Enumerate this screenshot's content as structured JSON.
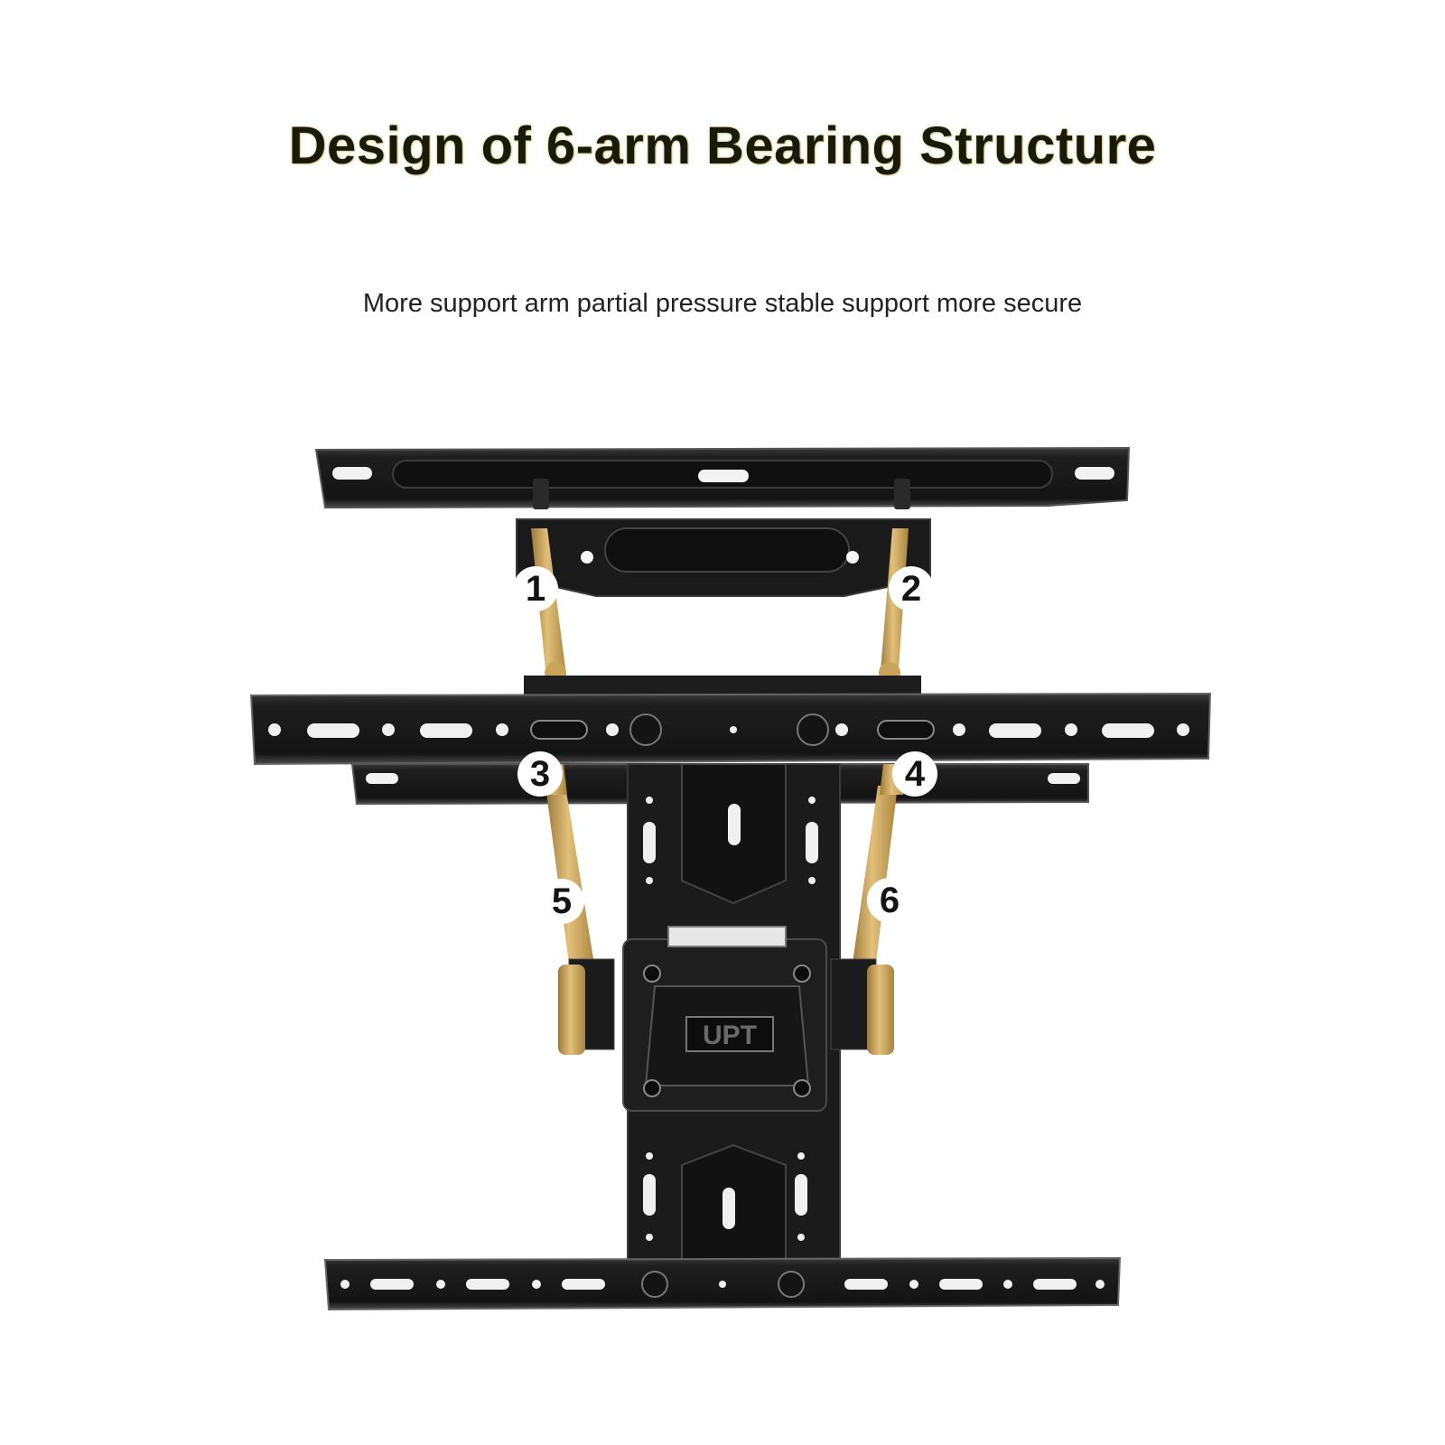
{
  "title": "Design of 6-arm Bearing Structure",
  "subtitle": "More support arm partial pressure stable support more secure",
  "arm_labels": [
    "1",
    "2",
    "3",
    "4",
    "5",
    "6"
  ],
  "plate_logo": "UPT",
  "colors": {
    "steel": "#1c1c1c",
    "steel_edge": "#3a3a3a",
    "arm_gold": "#c9a35a",
    "background": "#ffffff"
  }
}
